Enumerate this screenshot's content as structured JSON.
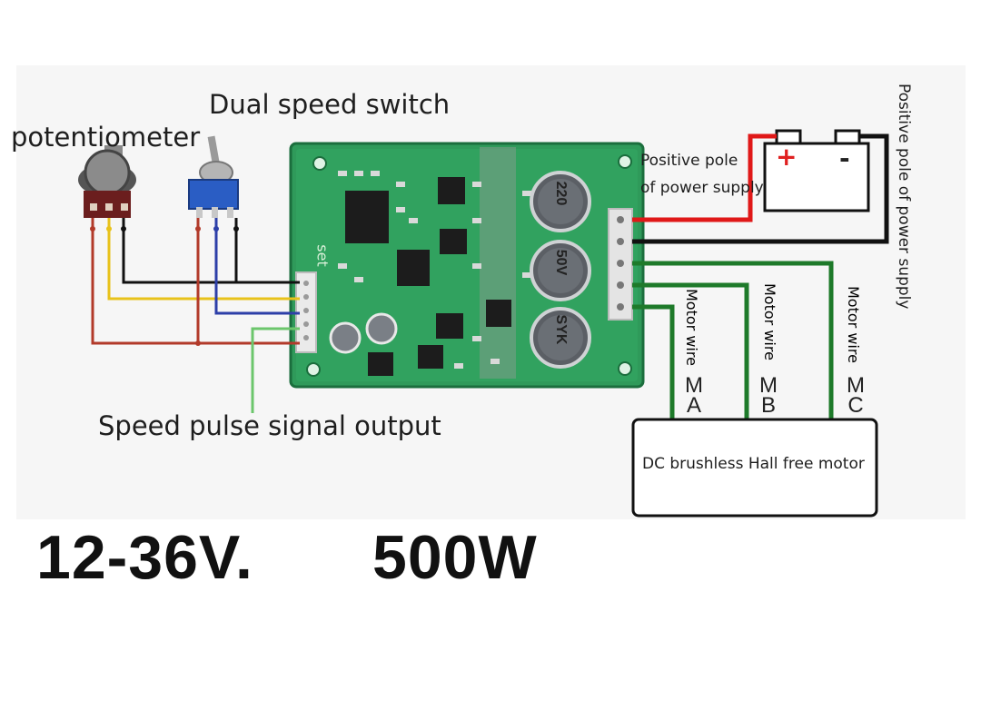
{
  "labels": {
    "potentiometer": "potentiometer",
    "dual_speed_switch": "Dual speed switch",
    "positive_pole_line1": "Positive pole",
    "positive_pole_line2": "of power supply",
    "positive_pole_of_power_supply": "Positive pole of power supply",
    "speed_pulse_signal_output": "Speed pulse signal output",
    "motor_wire": "Motor wire",
    "motor_letters": [
      "M",
      "A",
      "M",
      "B",
      "M",
      "C"
    ],
    "motor_box": "DC brushless Hall free motor",
    "battery_plus": "+",
    "battery_minus": "-",
    "voltage": "12-36V.",
    "power": "500W"
  },
  "board": {
    "set_label": "set",
    "capacitor_text": [
      "220",
      "50V",
      "SYK"
    ]
  },
  "colors": {
    "red_wire": "#e01818",
    "black_wire": "#111111",
    "green_wire": "#1e7a2a",
    "yellow_wire": "#e8c21a",
    "blue_wire": "#2d3fa8",
    "light_green_wire": "#6cc66c",
    "board_green": "#2f9a5a",
    "board_dark": "#1b6e3d"
  }
}
